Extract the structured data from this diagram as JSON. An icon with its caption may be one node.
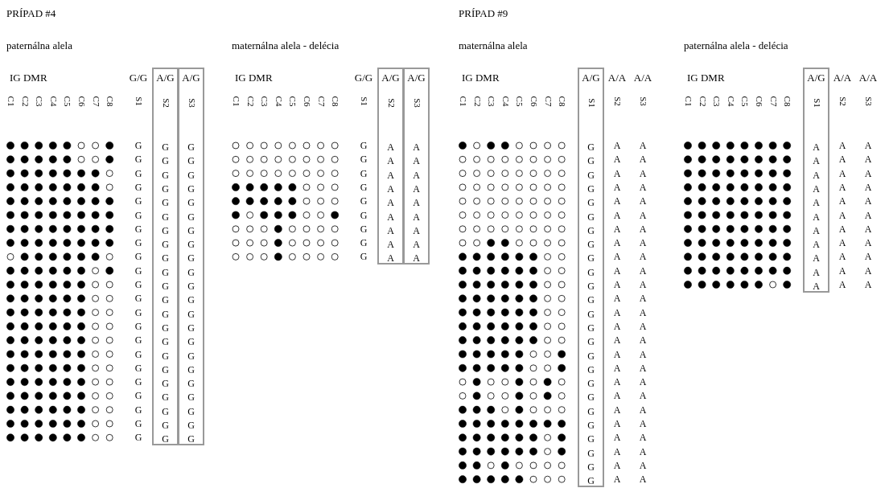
{
  "diagram": {
    "nodes": [
      {
        "text": [
          "A/G",
          "S2",
          "G",
          "G",
          "G",
          "G",
          "G",
          "G",
          "G",
          "G",
          "G",
          "G",
          "G",
          "G",
          "G",
          "G",
          "G",
          "G",
          "G",
          "G",
          "G",
          "G",
          "G",
          "G"
        ]
      },
      {
        "text": [
          "A/G",
          "S3",
          "G",
          "G",
          "G",
          "G",
          "G",
          "G",
          "G",
          "G",
          "G",
          "G",
          "G",
          "G",
          "G",
          "G",
          "G",
          "G",
          "G",
          "G",
          "G",
          "G",
          "G",
          "G"
        ]
      },
      {
        "text": [
          "A/G",
          "S2",
          "A",
          "A",
          "A",
          "A",
          "A",
          "A",
          "A",
          "A",
          "A"
        ]
      },
      {
        "text": [
          "A/G",
          "S3",
          "A",
          "A",
          "A",
          "A",
          "A",
          "A",
          "A",
          "A",
          "A"
        ]
      },
      {
        "text": [
          "A/G",
          "S1",
          "G",
          "G",
          "G",
          "G",
          "G",
          "G",
          "G",
          "G",
          "G",
          "G",
          "G",
          "G",
          "G",
          "G",
          "G",
          "G",
          "G",
          "G",
          "G",
          "G",
          "G",
          "G",
          "G",
          "G",
          "G"
        ]
      },
      {
        "text": [
          "A/G",
          "S1",
          "A",
          "A",
          "A",
          "A",
          "A",
          "A",
          "A",
          "A",
          "A",
          "A",
          "A"
        ]
      }
    ],
    "labels": [
      "PRÍPAD  #4",
      "paternálna alela",
      "IG DMR",
      "G/G",
      "C1",
      "C2",
      "C3",
      "C4",
      "C5",
      "C6",
      "C7",
      "C8",
      "S1",
      "G",
      "G",
      "G",
      "G",
      "G",
      "G",
      "G",
      "G",
      "G",
      "G",
      "G",
      "G",
      "G",
      "G",
      "G",
      "G",
      "G",
      "G",
      "G",
      "G",
      "G",
      "G",
      "maternálna alela  - delécia",
      "IG DMR",
      "G/G",
      "C1",
      "C2",
      "C3",
      "C4",
      "C5",
      "C6",
      "C7",
      "C8",
      "S1",
      "G",
      "G",
      "G",
      "G",
      "G",
      "G",
      "G",
      "G",
      "G",
      "PRÍPAD  #9",
      "maternálna alela",
      "IG DMR",
      "A/A",
      "A/A",
      "C1",
      "C2",
      "C3",
      "C4",
      "C5",
      "C6",
      "C7",
      "C8",
      "S2",
      "S3",
      "A",
      "A",
      "A",
      "A",
      "A",
      "A",
      "A",
      "A",
      "A",
      "A",
      "A",
      "A",
      "A",
      "A",
      "A",
      "A",
      "A",
      "A",
      "A",
      "A",
      "A",
      "A",
      "A",
      "A",
      "A",
      "A",
      "A",
      "A",
      "A",
      "A",
      "A",
      "A",
      "A",
      "A",
      "A",
      "A",
      "A",
      "A",
      "A",
      "A",
      "A",
      "A",
      "A",
      "A",
      "A",
      "A",
      "A",
      "A",
      "A",
      "A",
      "paternálna alela  - delécia",
      "IG DMR",
      "A/A",
      "A/A",
      "C1",
      "C2",
      "C3",
      "C4",
      "C5",
      "C6",
      "C7",
      "C8",
      "S2",
      "S3",
      "A",
      "A",
      "A",
      "A",
      "A",
      "A",
      "A",
      "A",
      "A",
      "A",
      "A",
      "A",
      "A",
      "A",
      "A",
      "A",
      "A",
      "A",
      "A",
      "A",
      "A",
      "A"
    ]
  }
}
